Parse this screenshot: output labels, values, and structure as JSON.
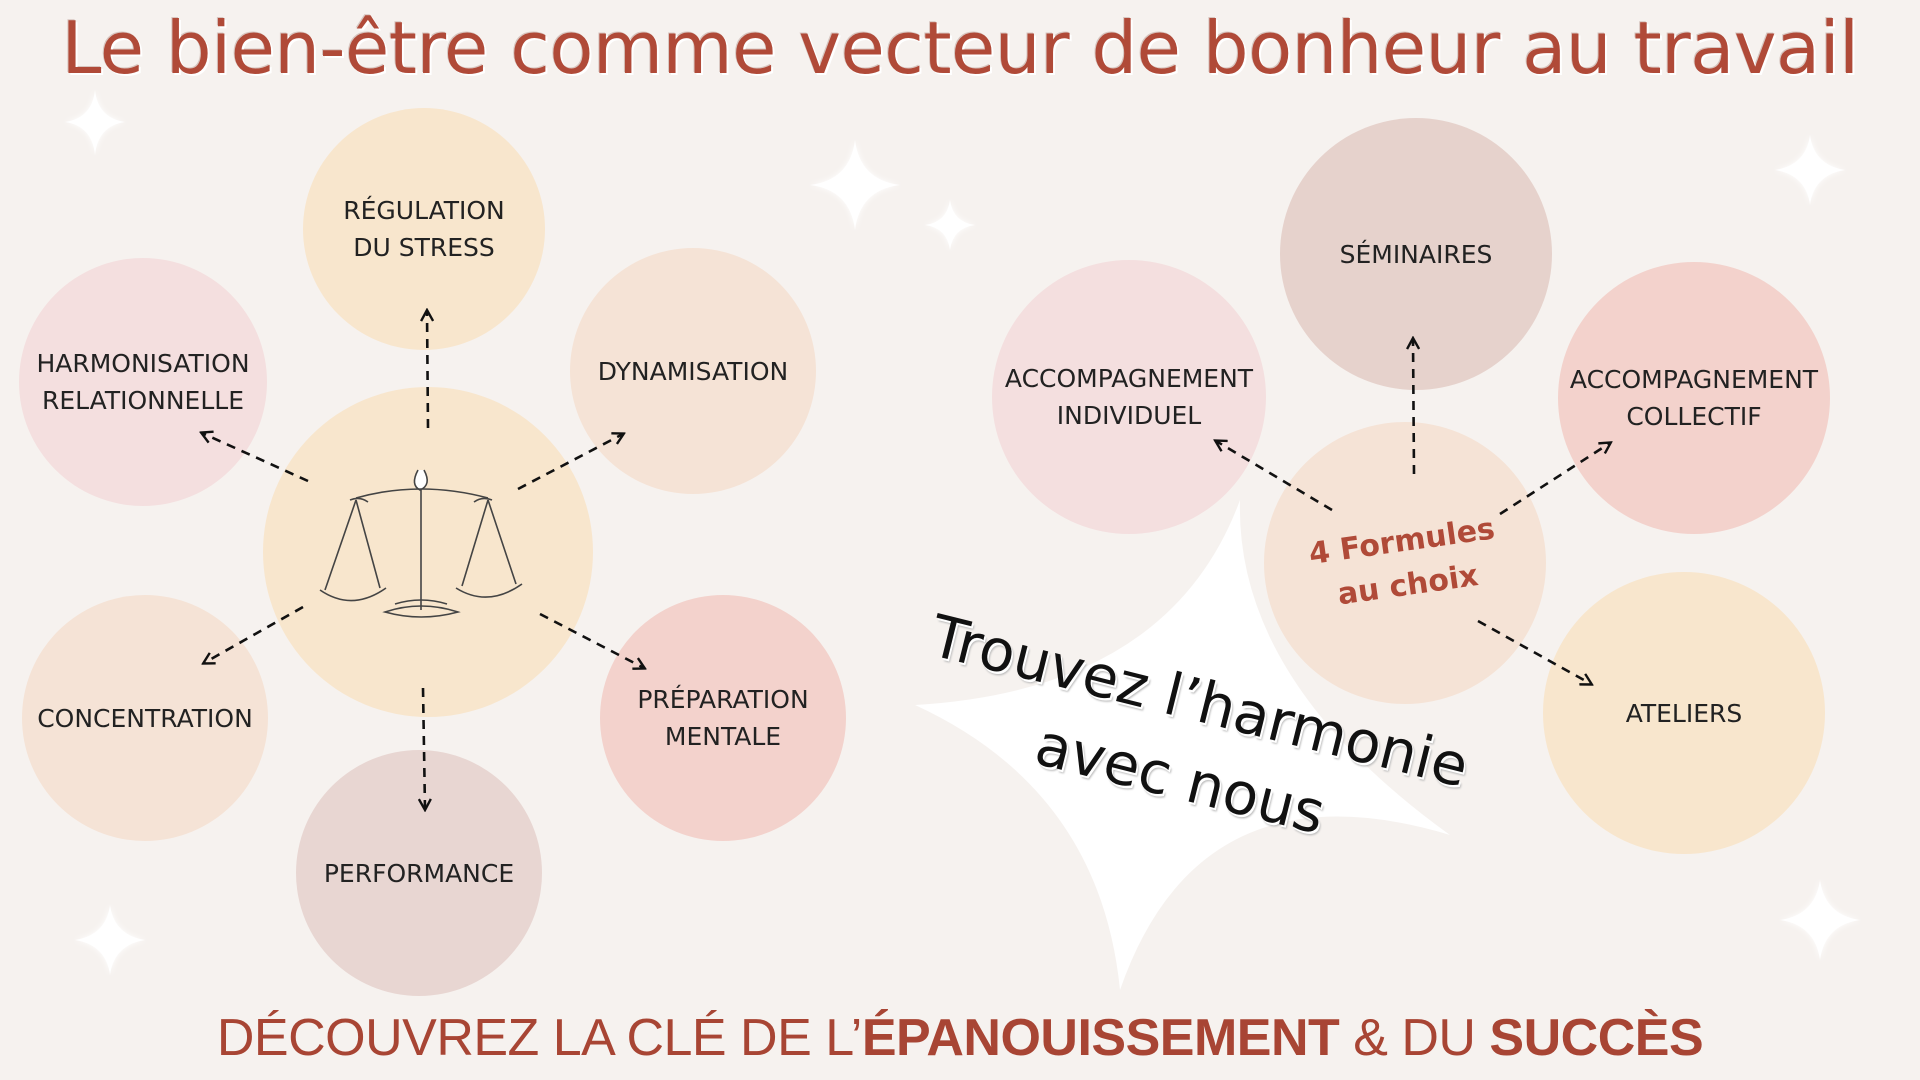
{
  "title": "Le bien-être comme vecteur de bonheur au travail",
  "left_diagram": {
    "center_icon": "scales-of-justice-icon",
    "items": {
      "regulation": "RÉGULATION\nDU STRESS",
      "dynamisation": "DYNAMISATION",
      "harmonisation": "HARMONISATION\nRELATIONNELLE",
      "concentration": "CONCENTRATION",
      "preparation": "PRÉPARATION\nMENTALE",
      "performance": "PERFORMANCE"
    }
  },
  "right_diagram": {
    "center_label": "4 Formules\nau choix",
    "items": {
      "seminaires": "SÉMINAIRES",
      "individuel": "ACCOMPAGNEMENT\nINDIVIDUEL",
      "collectif": "ACCOMPAGNEMENT\nCOLLECTIF",
      "ateliers": "ATELIERS"
    }
  },
  "tagline": "Trouvez l’harmonie\navec nous",
  "footer": {
    "part1": "DÉCOUVREZ LA CLÉ DE L’",
    "bold1": "ÉPANOUISSEMENT",
    "part2": " & DU ",
    "bold2": "SUCCÈS"
  },
  "colors": {
    "accent": "#b04a38",
    "background": "#f6f2ef"
  }
}
